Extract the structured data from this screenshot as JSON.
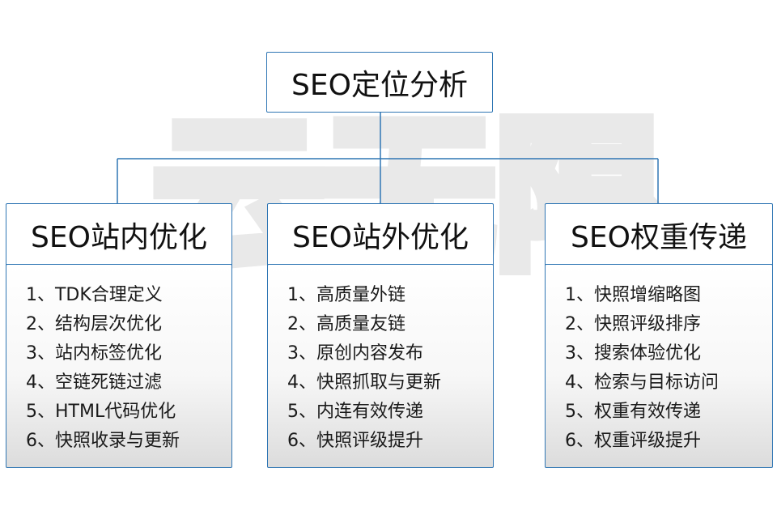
{
  "root": {
    "title": "SEO定位分析"
  },
  "watermark": {
    "text": "云无限"
  },
  "columns": [
    {
      "title": "SEO站内优化",
      "items": [
        "1、TDK合理定义",
        "2、结构层次优化",
        "3、站内标签优化",
        "4、空链死链过滤",
        "5、HTML代码优化",
        "6、快照收录与更新"
      ]
    },
    {
      "title": "SEO站外优化",
      "items": [
        "1、高质量外链",
        "2、高质量友链",
        "3、原创内容发布",
        "4、快照抓取与更新",
        "5、内连有效传递",
        "6、快照评级提升"
      ]
    },
    {
      "title": "SEO权重传递",
      "items": [
        "1、快照增缩略图",
        "2、快照评级排序",
        "3、搜索体验优化",
        "4、检索与目标访问",
        "5、权重有效传递",
        "6、权重评级提升"
      ]
    }
  ],
  "colors": {
    "border": "#2f76b4",
    "line": "#2f76b4",
    "watermark": "#ececec"
  }
}
